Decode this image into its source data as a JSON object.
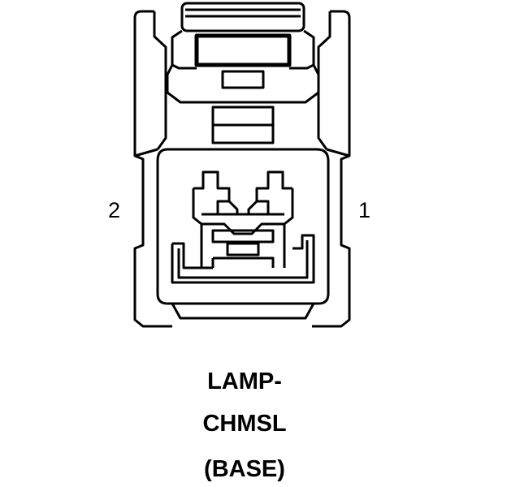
{
  "pins": {
    "left": "2",
    "right": "1"
  },
  "caption": {
    "line1": "LAMP-",
    "line2": "CHMSL",
    "line3": "(BASE)"
  },
  "colors": {
    "stroke": "#000000",
    "background": "#ffffff"
  }
}
